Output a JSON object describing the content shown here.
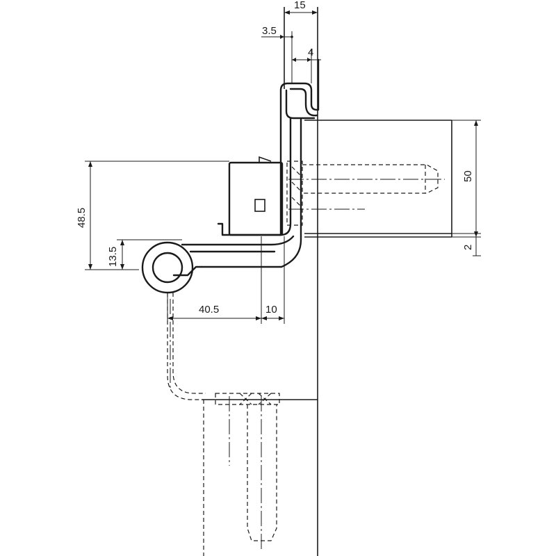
{
  "drawing": {
    "dimensions": {
      "dim_15": "15",
      "dim_3_5": "3.5",
      "dim_4": "4",
      "dim_50": "50",
      "dim_2": "2",
      "dim_48_5": "48.5",
      "dim_13_5": "13.5",
      "dim_40_5": "40.5",
      "dim_10": "10"
    },
    "colors": {
      "line": "#1a1a1a",
      "background": "#ffffff"
    }
  }
}
